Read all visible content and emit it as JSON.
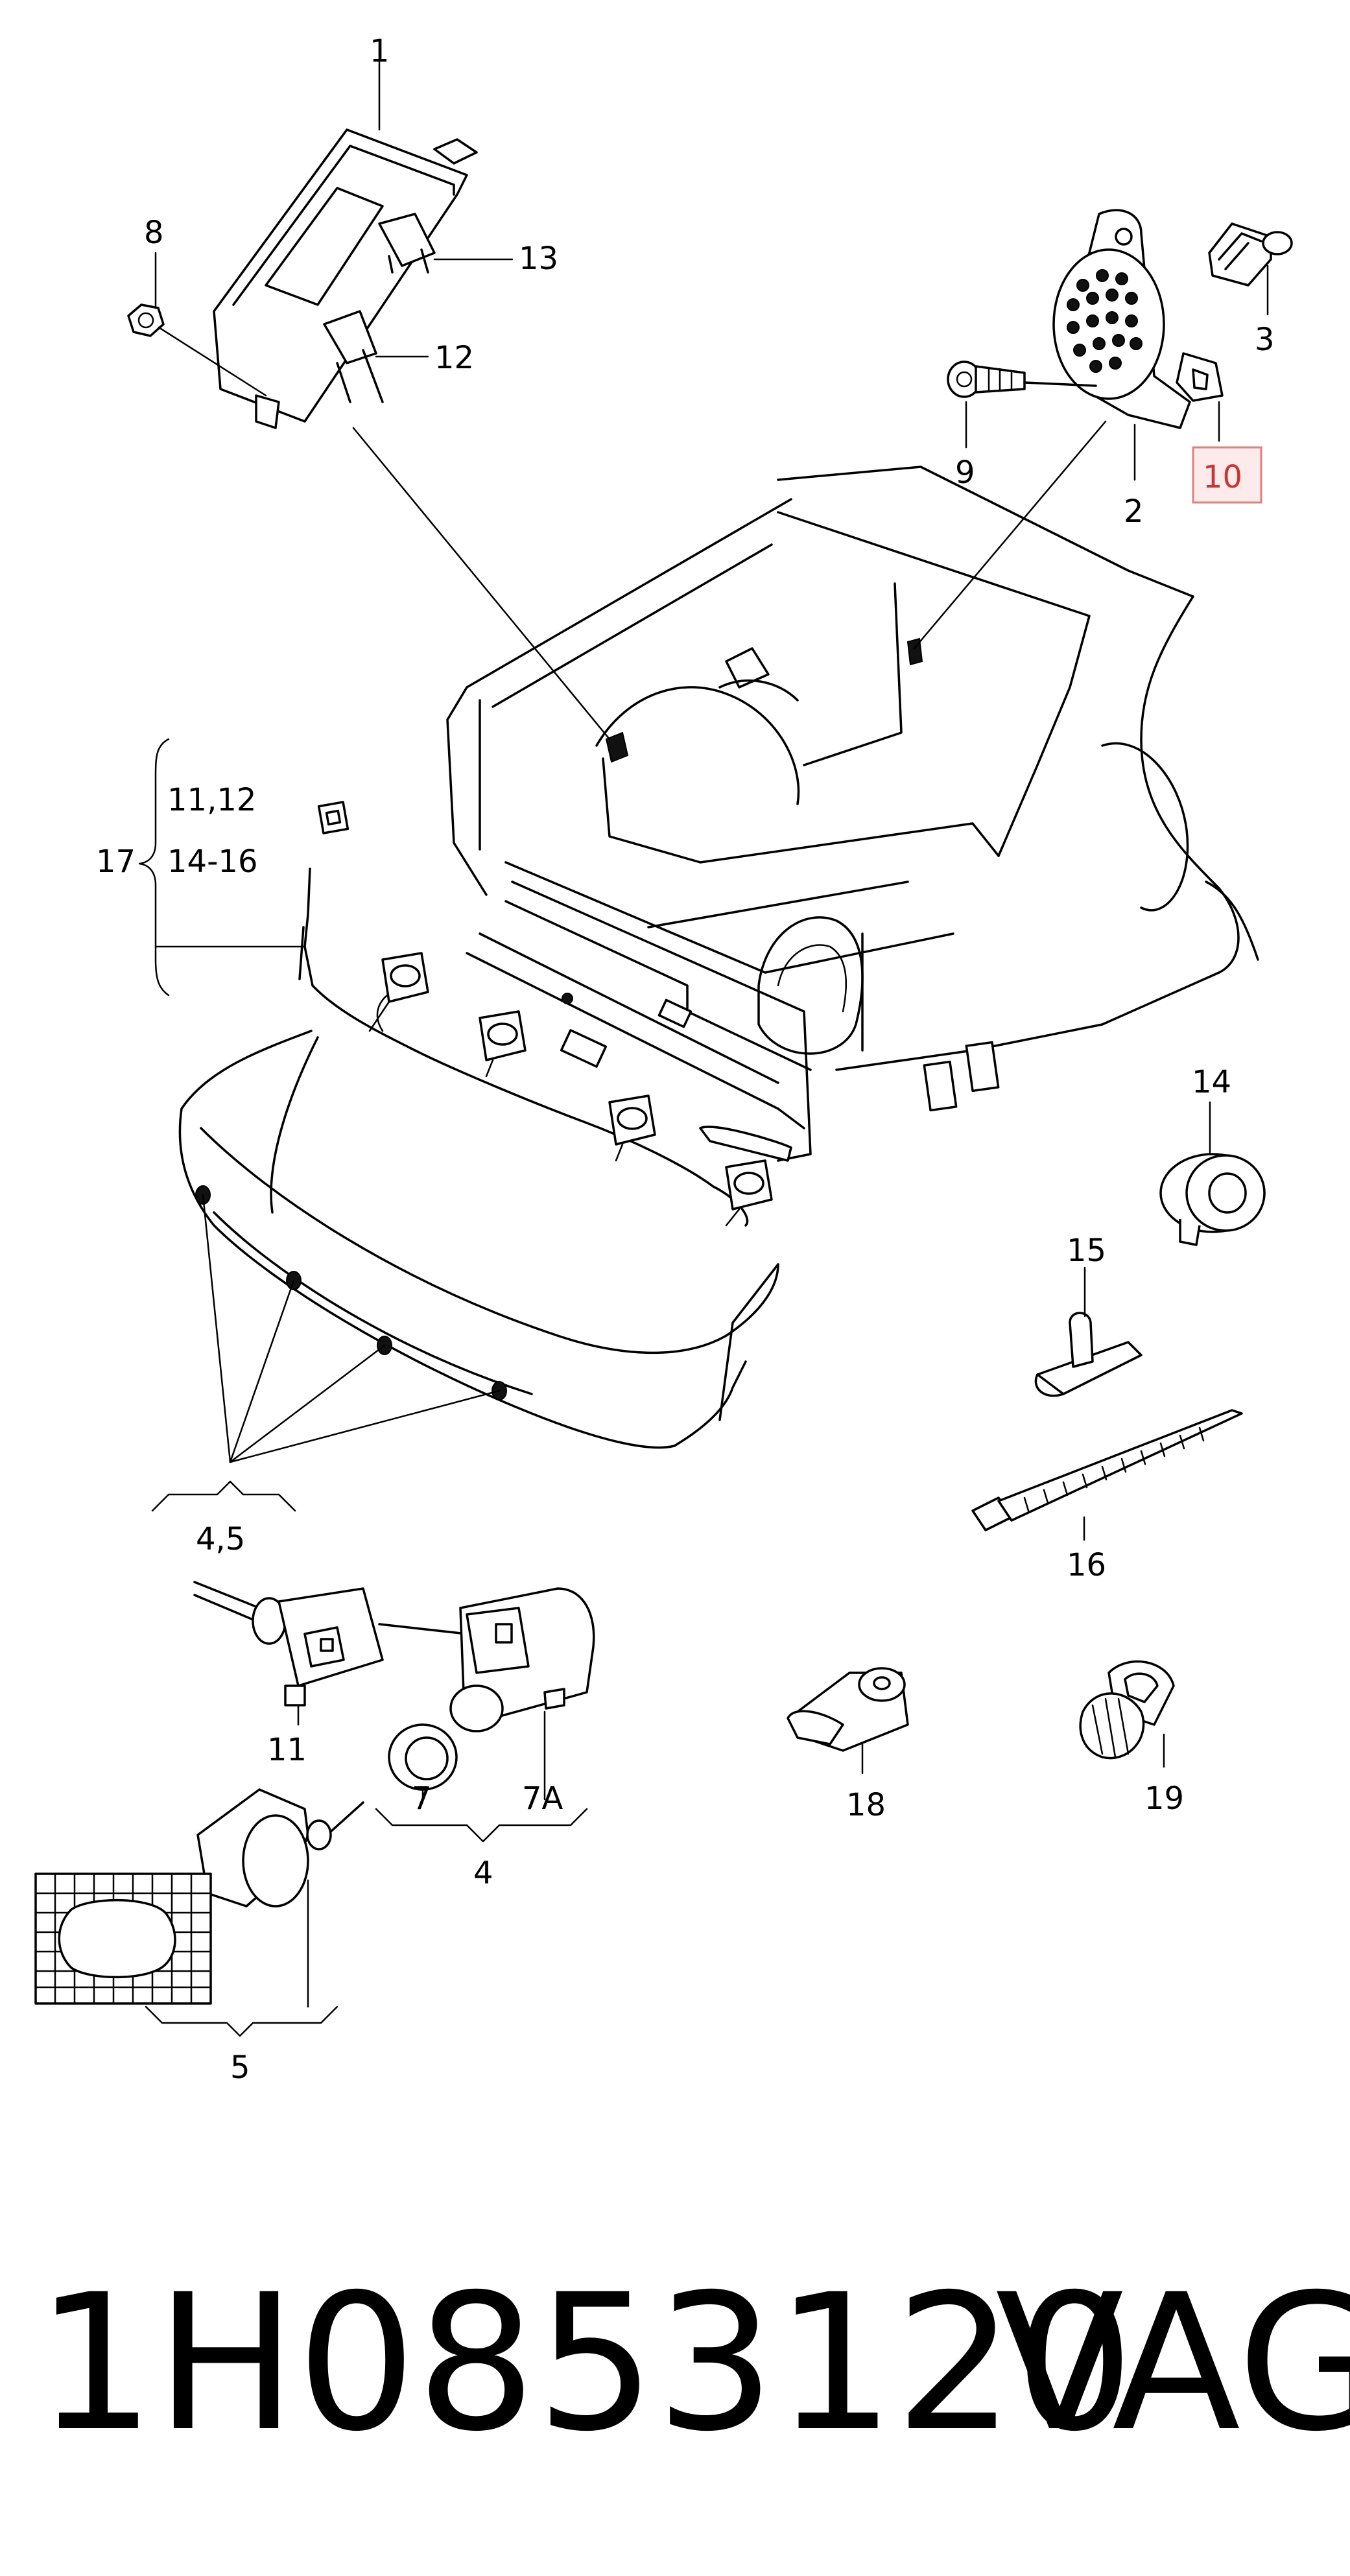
{
  "labels": {
    "p1": "1",
    "p2": "2",
    "p3": "3",
    "p4": "4",
    "p45": "4,5",
    "p5": "5",
    "p7": "7",
    "p7a": "7A",
    "p8": "8",
    "p9": "9",
    "p10": "10",
    "p11": "11",
    "p12": "12",
    "p13": "13",
    "p14": "14",
    "p15": "15",
    "p16": "16",
    "p17": "17",
    "p18": "18",
    "p19": "19",
    "p17_sub1": "11,12",
    "p17_sub2": "14-16"
  },
  "highlighted_part": "10",
  "highlight_color": "#cc3333",
  "footer": {
    "part_number": "1H0853120",
    "brand": "VAG"
  }
}
